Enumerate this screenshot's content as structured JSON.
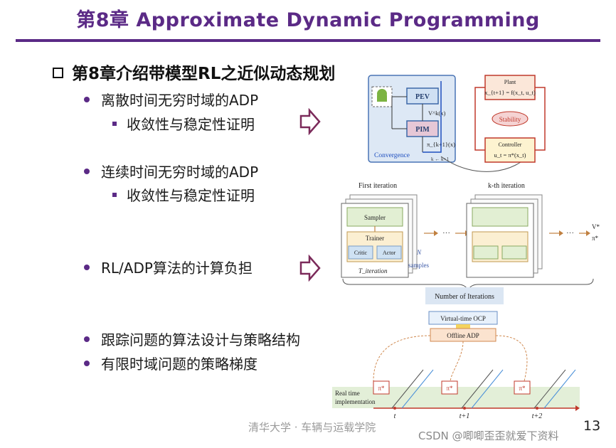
{
  "slide": {
    "title": "第8章 Approximate Dynamic Programming",
    "heading": "第8章介绍带模型RL之近似动态规划",
    "bullets": [
      {
        "text": "离散时间无穷时域的ADP",
        "sub": "收敛性与稳定性证明"
      },
      {
        "text": "连续时间无穷时域的ADP",
        "sub": "收敛性与稳定性证明"
      },
      {
        "text": "RL/ADP算法的计算负担"
      },
      {
        "text": "跟踪问题的算法设计与策略结构"
      },
      {
        "text": "有限时域问题的策略梯度"
      }
    ],
    "footer": "清华大学 · 车辆与运载学院",
    "page_number": "13",
    "watermark": "CSDN @唧唧歪歪就爱下资料"
  },
  "diagram1": {
    "pev": "PEV",
    "pim": "PIM",
    "v_label": "V^k(x)",
    "pi_label": "π_{k+1}(x)",
    "convergence": "Convergence",
    "k_update": "k ← k+1",
    "plant_title": "Plant",
    "plant_eq": "x_{t+1} = f(x_t, u_t)",
    "stability": "Stability",
    "controller_title": "Controller",
    "controller_eq": "u_t = π*(x_t)"
  },
  "diagram2": {
    "first_iteration": "First iteration",
    "kth_iteration": "k-th iteration",
    "sampler": "Sampler",
    "trainer": "Trainer",
    "critic": "Critic",
    "actor": "Actor",
    "n_samples_n": "N",
    "n_samples": "samples",
    "t_iteration": "T_iteration",
    "number_of_iterations": "Number of Iterations",
    "v_star": "V*",
    "pi_star": "π*",
    "ellipsis": "···"
  },
  "diagram3": {
    "virtual_ocp": "Virtual-time OCP",
    "offline_adp": "Offline ADP",
    "real_time_1": "Real time",
    "real_time_2": "implementation",
    "policy": "π*",
    "times": [
      "t",
      "t+1",
      "t+2"
    ]
  }
}
